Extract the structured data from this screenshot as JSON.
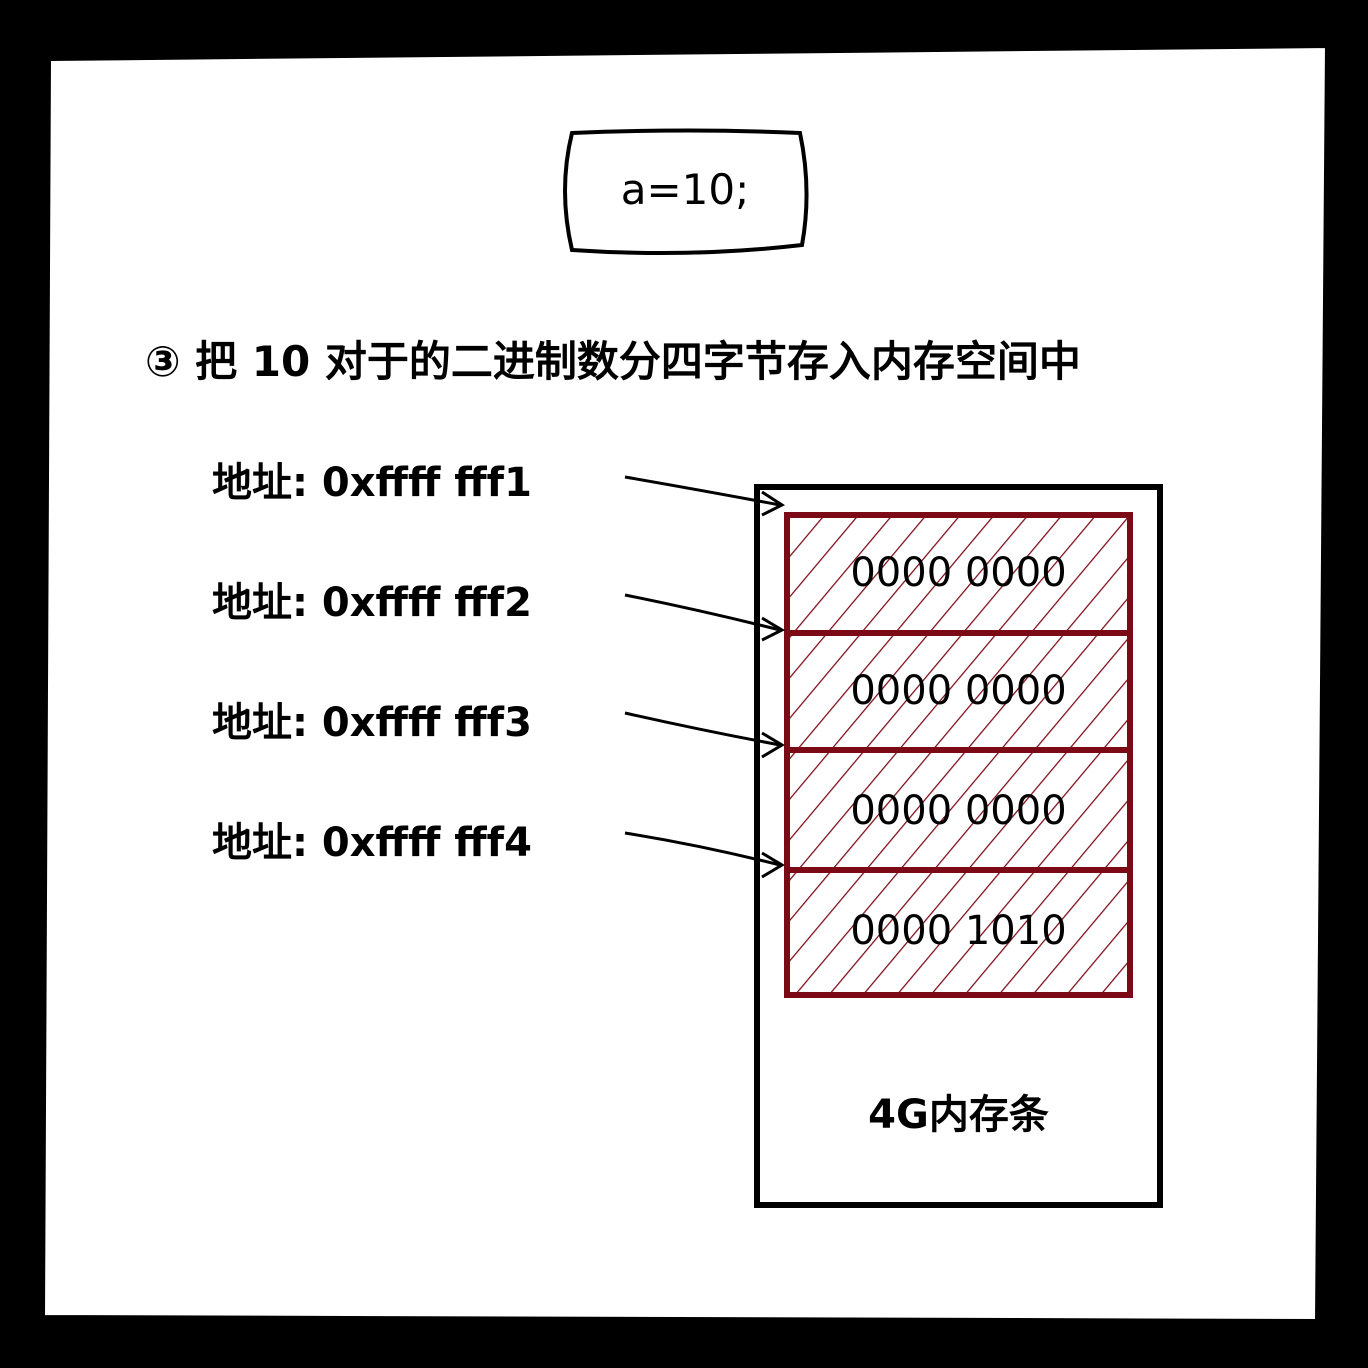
{
  "code": "a=10;",
  "title": "③ 把 10 对于的二进制数分四字节存入内存空间中",
  "addresses": [
    "地址: 0xffff fff1",
    "地址: 0xffff fff2",
    "地址: 0xffff fff3",
    "地址: 0xffff fff4"
  ],
  "cells": [
    "0000 0000",
    "0000 0000",
    "0000 0000",
    "0000 1010"
  ],
  "memory_label": "4G内存条",
  "colors": {
    "cell": "#7b0a16",
    "background": "#000000",
    "paper": "#ffffff"
  }
}
